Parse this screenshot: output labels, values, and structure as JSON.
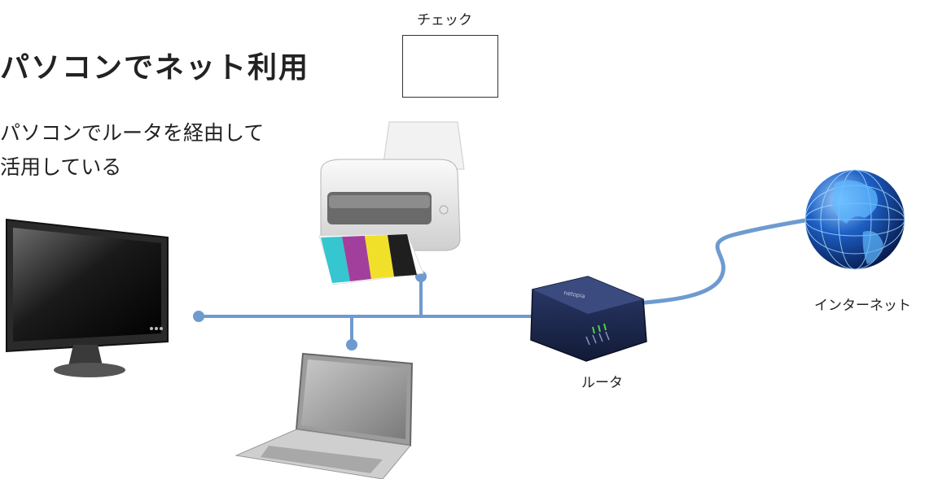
{
  "title": "パソコンでネット利用",
  "description": {
    "line1": "パソコンでルータを経由して",
    "line2": "活用している"
  },
  "check": {
    "label": "チェック"
  },
  "nodes": {
    "router_label": "ルータ",
    "internet_label": "インターネット",
    "router_brand": "netopia"
  },
  "colors": {
    "network_line": "#6e9bcf",
    "text": "#222222",
    "router_body": "#1d2a52",
    "globe": "#1d5fc4"
  },
  "icons": [
    "monitor-icon",
    "printer-icon",
    "laptop-icon",
    "router-icon",
    "globe-icon"
  ]
}
